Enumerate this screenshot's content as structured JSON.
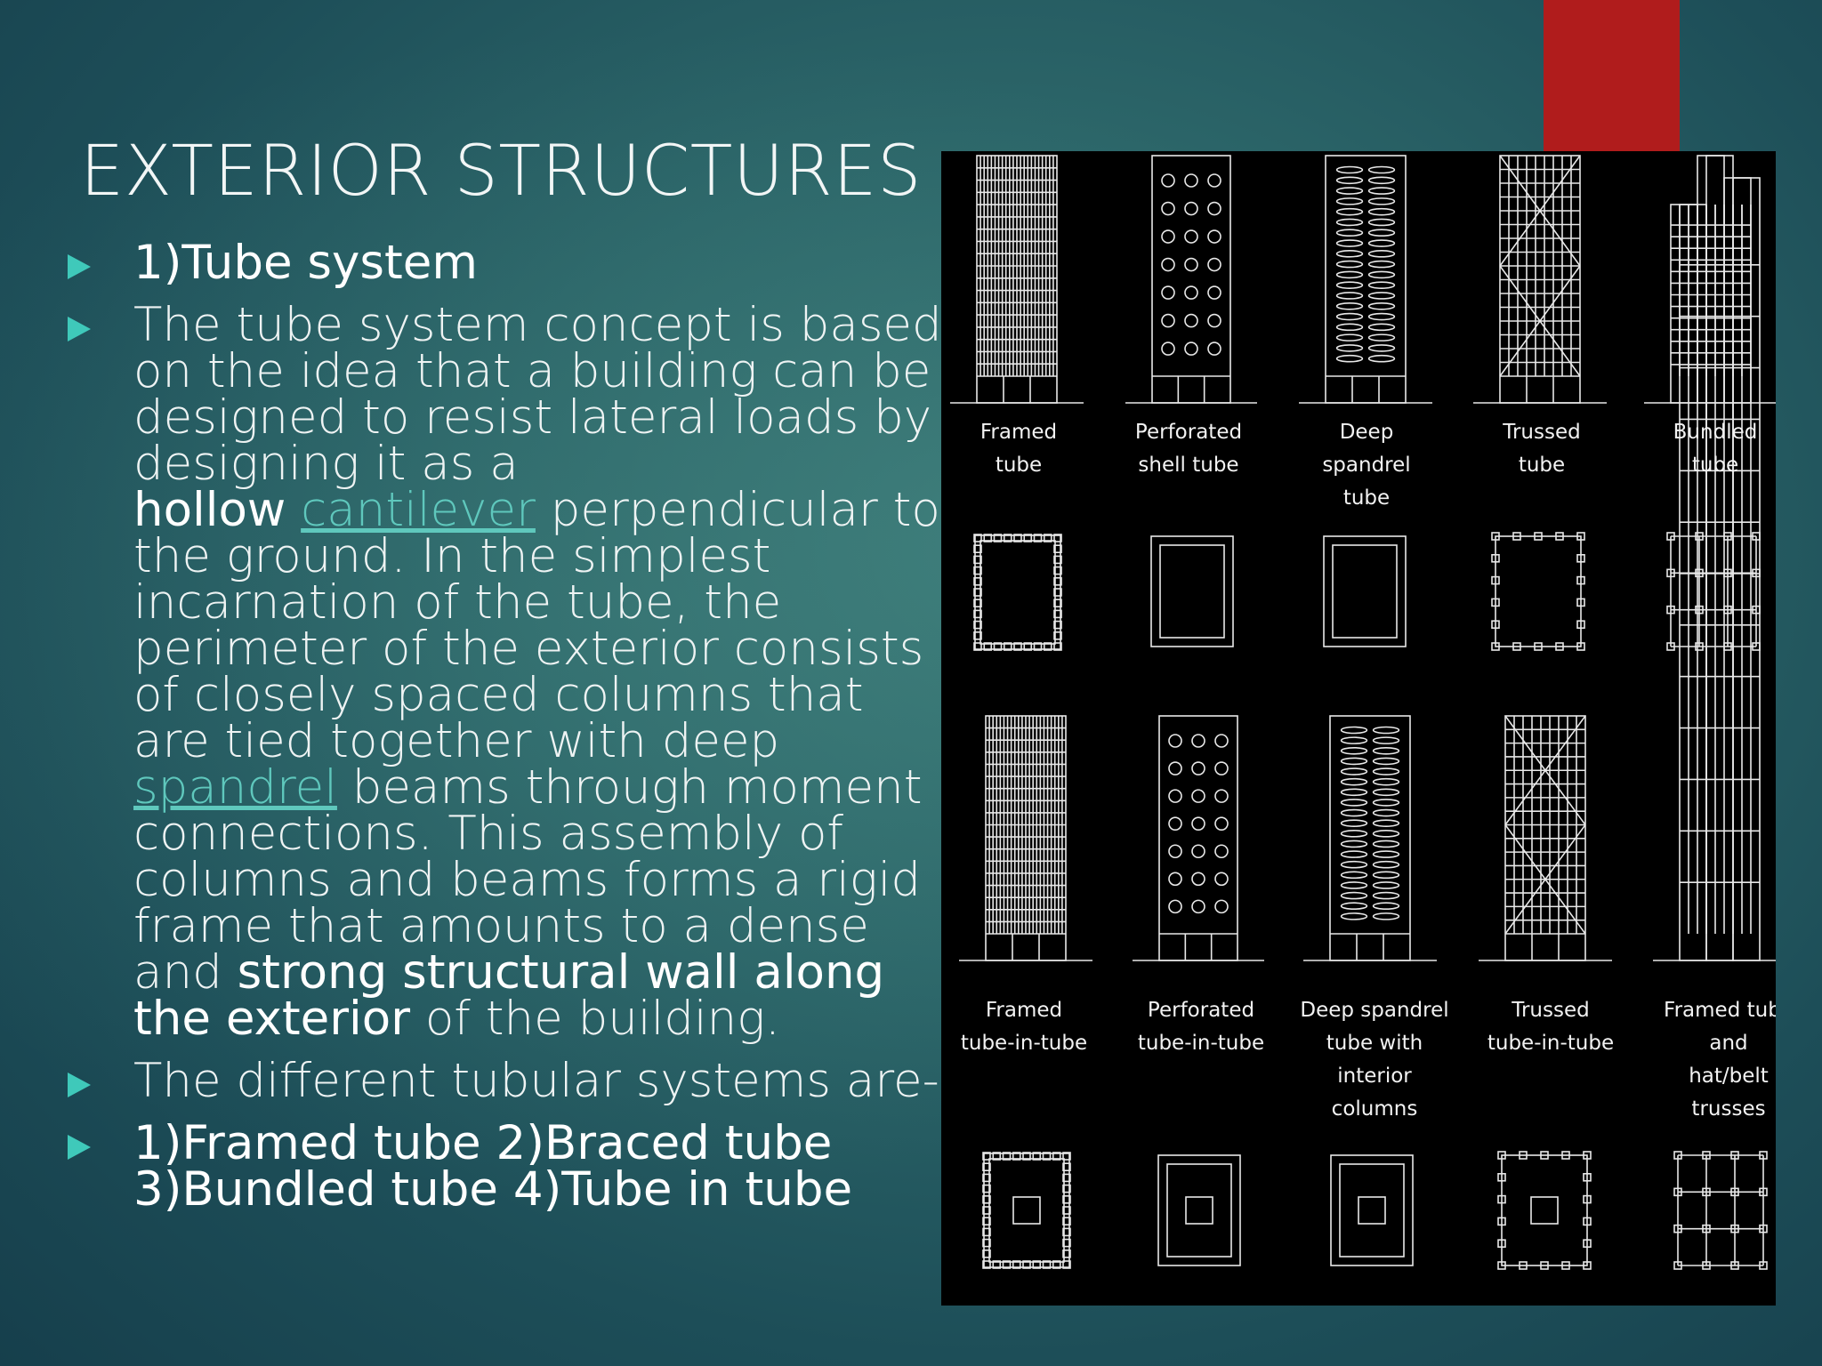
{
  "title": "EXTERIOR STRUCTURES",
  "bullets": {
    "b1": "1)Tube system",
    "b2": {
      "p1": "The tube system concept is based on the idea that a building can be designed to resist lateral loads by designing it as a",
      "bold1": "hollow",
      "link1": "cantilever",
      "p2": " perpendicular to the ground. In the simplest incarnation of the tube, the perimeter of the exterior consists of closely spaced columns that are tied together with deep ",
      "link2": "spandrel",
      "p3": " beams through moment connections. This assembly of columns and beams forms a rigid frame that amounts to a dense and ",
      "bold2": "strong structural wall along the exterior",
      "p4": " of the building."
    },
    "b3": "The different tubular systems are-",
    "b4": "1)Framed tube  2)Braced tube 3)Bundled tube  4)Tube in tube"
  },
  "figure": {
    "captions_row1": [
      "Framed\ntube",
      "Perforated\nshell tube",
      "Deep\nspandrel\ntube",
      "Trussed\ntube",
      "Bundled\ntube"
    ],
    "captions_row2": [
      "Framed\ntube-in-tube",
      "Perforated\ntube-in-tube",
      "Deep spandrel\ntube with\ninterior\ncolumns",
      "Trussed\ntube-in-tube",
      "Framed tube\nand\nhat/belt\ntrusses"
    ]
  },
  "colors": {
    "accent": "#b01c1c",
    "bullet_arrow": "#3fc9ba",
    "link": "#5fc8bd"
  }
}
